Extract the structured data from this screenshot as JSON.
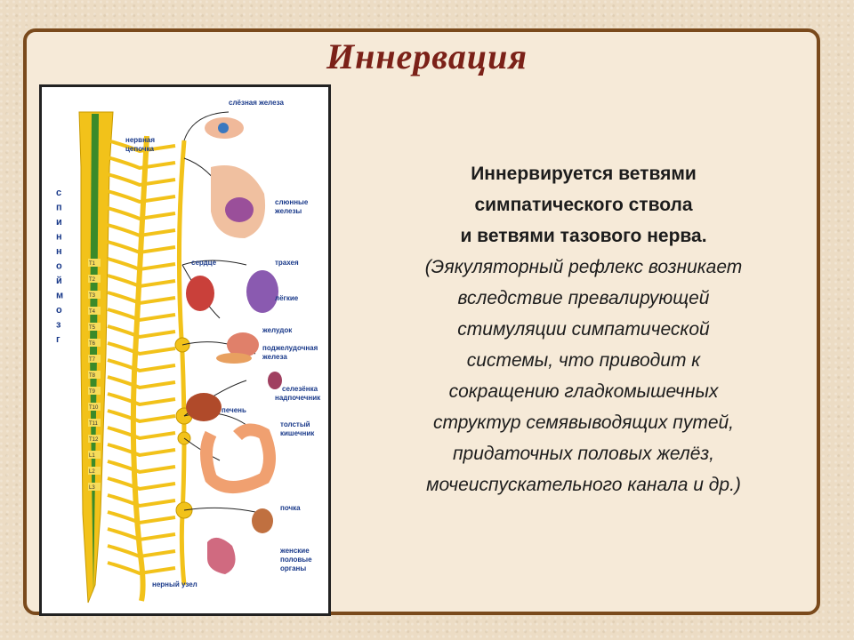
{
  "slide": {
    "title": "Иннервация",
    "main_lines": [
      "Иннервируется ветвями",
      "симпатического ствола",
      "и ветвями тазового нерва."
    ],
    "note_lines": [
      "(Эякуляторный рефлекс возникает",
      "вследствие превалирующей",
      "стимуляции симпатической",
      "системы, что приводит к",
      "сокращению гладкомышечных",
      "структур семявыводящих путей,",
      "придаточных половых желёз,",
      "мочеиспускательного канала и др.)"
    ]
  },
  "figure": {
    "spine_label": [
      "с",
      "п",
      "и",
      "н",
      "н",
      "о",
      "й",
      "м",
      "о",
      "з",
      "г"
    ],
    "labels": {
      "lacrimal": "слёзная железа",
      "chain_1": "нервная",
      "chain_2": "цепочка",
      "salivary_1": "слюнные",
      "salivary_2": "железы",
      "heart": "сердце",
      "trachea": "трахея",
      "lungs": "лёгкие",
      "stomach": "желудок",
      "pancreas_1": "поджелудочная",
      "pancreas_2": "железа",
      "spleen": "селезёнка",
      "adrenal": "надпочечник",
      "liver": "печень",
      "colon_1": "толстый",
      "colon_2": "кишечник",
      "kidney": "почка",
      "female_1": "женские",
      "female_2": "половые",
      "female_3": "органы",
      "ganglion": "нерный узел"
    },
    "vertebra_labels": [
      "T1",
      "T2",
      "T3",
      "T4",
      "T5",
      "T6",
      "T7",
      "T8",
      "T9",
      "T10",
      "T11",
      "T12",
      "L1",
      "L2",
      "L3"
    ]
  },
  "colors": {
    "title": "#7b2118",
    "frame": "#7a4a1c",
    "nerve": "#f2c21a",
    "label": "#1a3a8a"
  }
}
